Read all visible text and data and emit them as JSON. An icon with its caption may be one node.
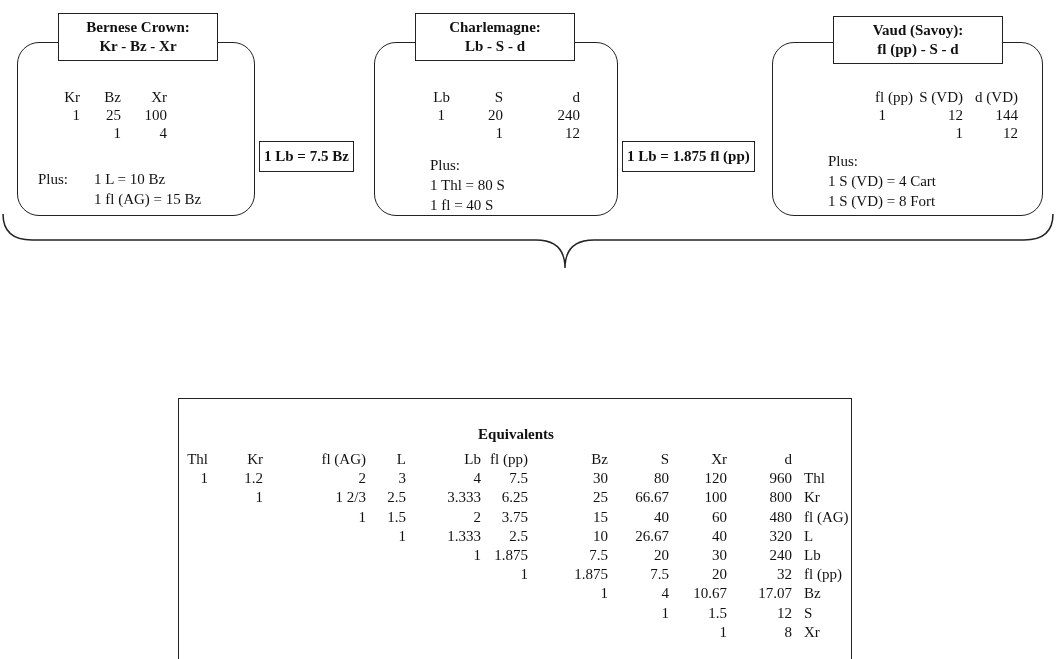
{
  "diagram": {
    "nodes": [
      {
        "text": [
          "Bernese Crown: Kr - Bz - Xr",
          "Kr",
          "Bz",
          "Xr",
          "1",
          "25",
          "100",
          "1",
          "4",
          "Plus:",
          "1 L = 10 Bz",
          "1 fl (AG) = 15 Bz"
        ]
      },
      {
        "text": [
          "1 Lb = 7.5 Bz"
        ]
      },
      {
        "text": [
          "Charlemagne: Lb - S - d",
          "Lb",
          "S",
          "d",
          "1",
          "20",
          "240",
          "1",
          "12",
          "Plus:",
          "1 Thl = 80 S",
          "1 fl = 40 S"
        ]
      },
      {
        "text": [
          "1 Lb = 1.875 fl (pp)"
        ]
      },
      {
        "text": [
          "Vaud (Savoy): fl (pp) - S - d",
          "fl (pp)",
          "S (VD)",
          "d (VD)",
          "1",
          "12",
          "144",
          "1",
          "12",
          "Plus:",
          "1 S (VD) = 4 Cart",
          "1 S (VD)  = 8 Fort"
        ]
      },
      {
        "text": [
          "Equivalents",
          "Thl",
          "Kr",
          "fl (AG)",
          "L",
          "Lb",
          "fl (pp)",
          "Bz",
          "S",
          "Xr",
          "d",
          "1",
          "1.2",
          "2",
          "3",
          "4",
          "7.5",
          "30",
          "80",
          "120",
          "960",
          "Thl",
          "1",
          "1 2/3",
          "2.5",
          "3.333",
          "6.25",
          "25",
          "66.67",
          "100",
          "800",
          "Kr",
          "1",
          "1.5",
          "2",
          "3.75",
          "15",
          "40",
          "60",
          "480",
          "fl (AG)",
          "1",
          "1.333",
          "2.5",
          "10",
          "26.67",
          "40",
          "320",
          "L",
          "1",
          "1.875",
          "7.5",
          "20",
          "30",
          "240",
          "Lb",
          "1",
          "1.875",
          "7.5",
          "20",
          "32",
          "fl (pp)",
          "1",
          "4",
          "10.67",
          "17.07",
          "Bz",
          "1",
          "1.5",
          "12",
          "S",
          "1",
          "8",
          "Xr"
        ]
      }
    ],
    "edges": []
  }
}
